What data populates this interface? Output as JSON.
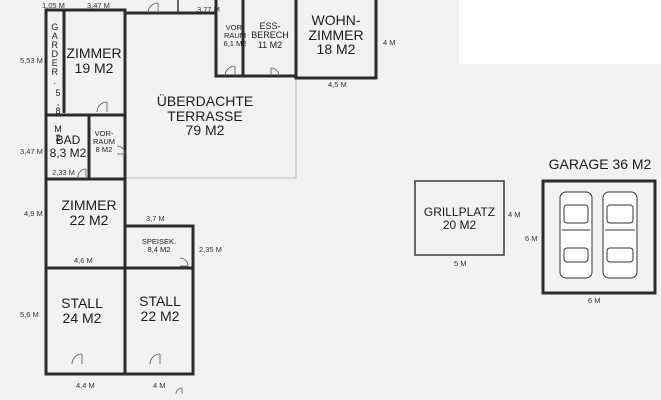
{
  "rooms": {
    "zimmer_top": {
      "name": "ZIMMER",
      "area": "19 M2"
    },
    "garderobe": {
      "name": "GARDER.",
      "area": "5,8 M2"
    },
    "bad": {
      "name": "BAD",
      "area": "8,3 M2"
    },
    "vorraum_small": {
      "name1": "VOR-",
      "name2": "RAUM",
      "area": "8 M2"
    },
    "zimmer_mid": {
      "name": "ZIMMER",
      "area": "22 M2"
    },
    "speisek": {
      "name": "SPEISEK.",
      "area": "8,4 M2"
    },
    "stall_left": {
      "name": "STALL",
      "area": "24 M2"
    },
    "stall_right": {
      "name": "STALL",
      "area": "22 M2"
    },
    "terrasse": {
      "name1": "ÜBERDACHTE",
      "name2": "TERRASSE",
      "area": "79 M2"
    },
    "vorraum_top": {
      "name1": "VOR-",
      "name2": "RAUM",
      "area": "6,1 M2"
    },
    "essbereich": {
      "name1": "ESS-",
      "name2": "BERECH",
      "area": "11 M2"
    },
    "wohnzimmer": {
      "name1": "WOHN-",
      "name2": "ZIMMER",
      "area": "18 M2"
    },
    "grillplatz": {
      "name": "GRILLPLATZ",
      "area": "20 M2"
    },
    "garage": {
      "title": "GARAGE 36 M2"
    }
  },
  "dimensions": {
    "top_1": "1,05 M",
    "top_2": "3,47 M",
    "top_3": "3,77 M",
    "left_1": "5,53 M",
    "left_2": "3,47 M",
    "left_3": "4,9 M",
    "left_4": "5,6 M",
    "bad_bottom": "2,33 M",
    "zimmer_bottom": "4,6 M",
    "speisek_top": "3,7 M",
    "speisek_right": "2,35 M",
    "stall_left_bottom": "4,4 M",
    "stall_right_bottom": "4 M",
    "wohn_right": "4 M",
    "wohn_bottom": "4,5 M",
    "grill_right": "4 M",
    "grill_bottom": "5 M",
    "garage_left": "6 M",
    "garage_bottom": "6 M"
  },
  "colors": {
    "background": "#f4f2f1",
    "wall": "#2b2b2b",
    "terrace_line": "#b9b9b9",
    "top_right_patch": "#ffffff"
  }
}
